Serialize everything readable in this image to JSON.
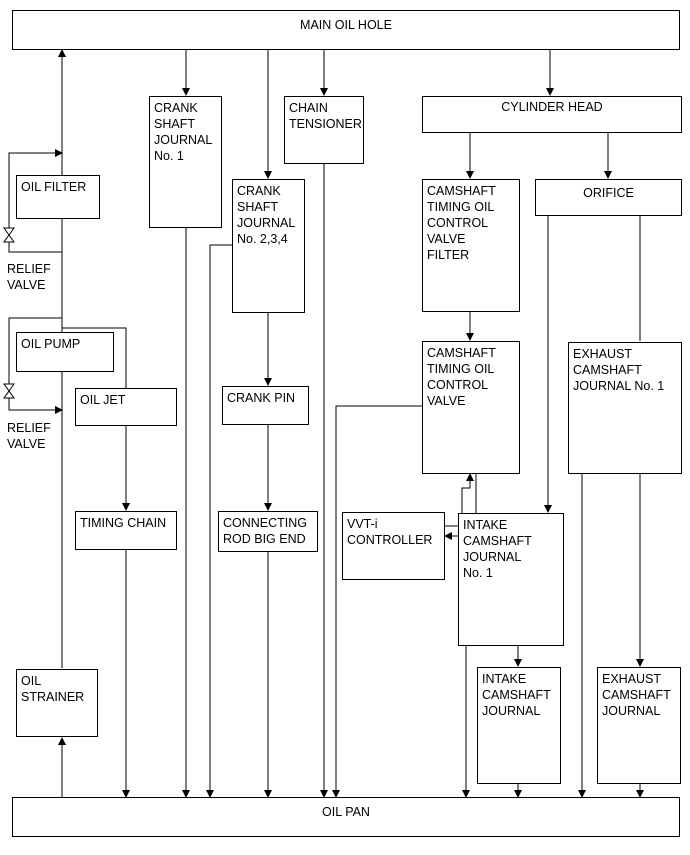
{
  "nodes": {
    "main_oil_hole": "MAIN OIL HOLE",
    "oil_pan": "OIL PAN",
    "crankshaft_journal_1": "CRANK\nSHAFT\nJOURNAL\nNo. 1",
    "crankshaft_journal_234": "CRANK\nSHAFT\nJOURNAL\nNo. 2,3,4",
    "chain_tensioner": "CHAIN\nTENSIONER",
    "cylinder_head": "CYLINDER HEAD",
    "oil_filter": "OIL FILTER",
    "relief_valve_upper": "RELIEF\nVALVE",
    "oil_pump": "OIL PUMP",
    "relief_valve_lower": "RELIEF\nVALVE",
    "oil_jet": "OIL JET",
    "timing_chain": "TIMING CHAIN",
    "crank_pin": "CRANK PIN",
    "connecting_rod_big_end": "CONNECTING\nROD BIG END",
    "oil_strainer": "OIL\nSTRAINER",
    "cam_timing_filter": "CAMSHAFT\nTIMING OIL\nCONTROL\nVALVE\nFILTER",
    "cam_timing_valve": "CAMSHAFT\nTIMING OIL\nCONTROL\nVALVE",
    "orifice": "ORIFICE",
    "exhaust_cam_journal_1": "EXHAUST\nCAMSHAFT\nJOURNAL No. 1",
    "vvti_controller": "VVT-i\nCONTROLLER",
    "intake_cam_journal_1": "INTAKE\nCAMSHAFT\nJOURNAL\nNo. 1",
    "intake_cam_journal": "INTAKE\nCAMSHAFT\nJOURNAL",
    "exhaust_cam_journal": "EXHAUST\nCAMSHAFT\nJOURNAL"
  }
}
